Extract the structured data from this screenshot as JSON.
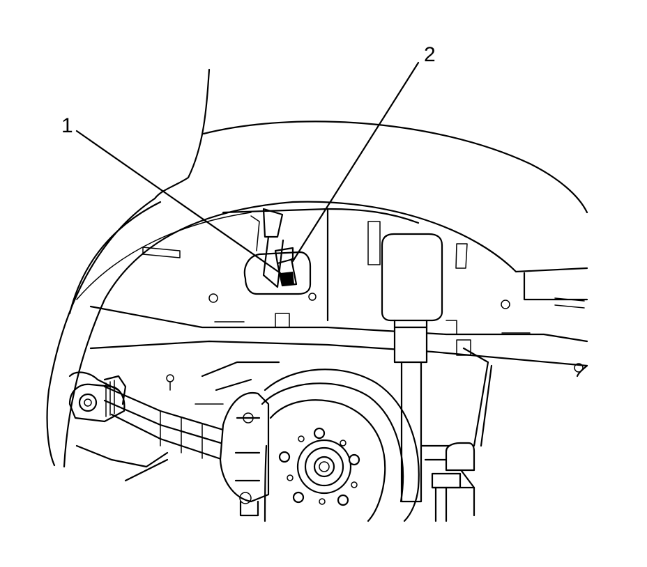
{
  "callouts": [
    {
      "id": "1",
      "label": "1"
    },
    {
      "id": "2",
      "label": "2"
    }
  ],
  "colors": {
    "background": "#ffffff",
    "ink": "#000000"
  }
}
